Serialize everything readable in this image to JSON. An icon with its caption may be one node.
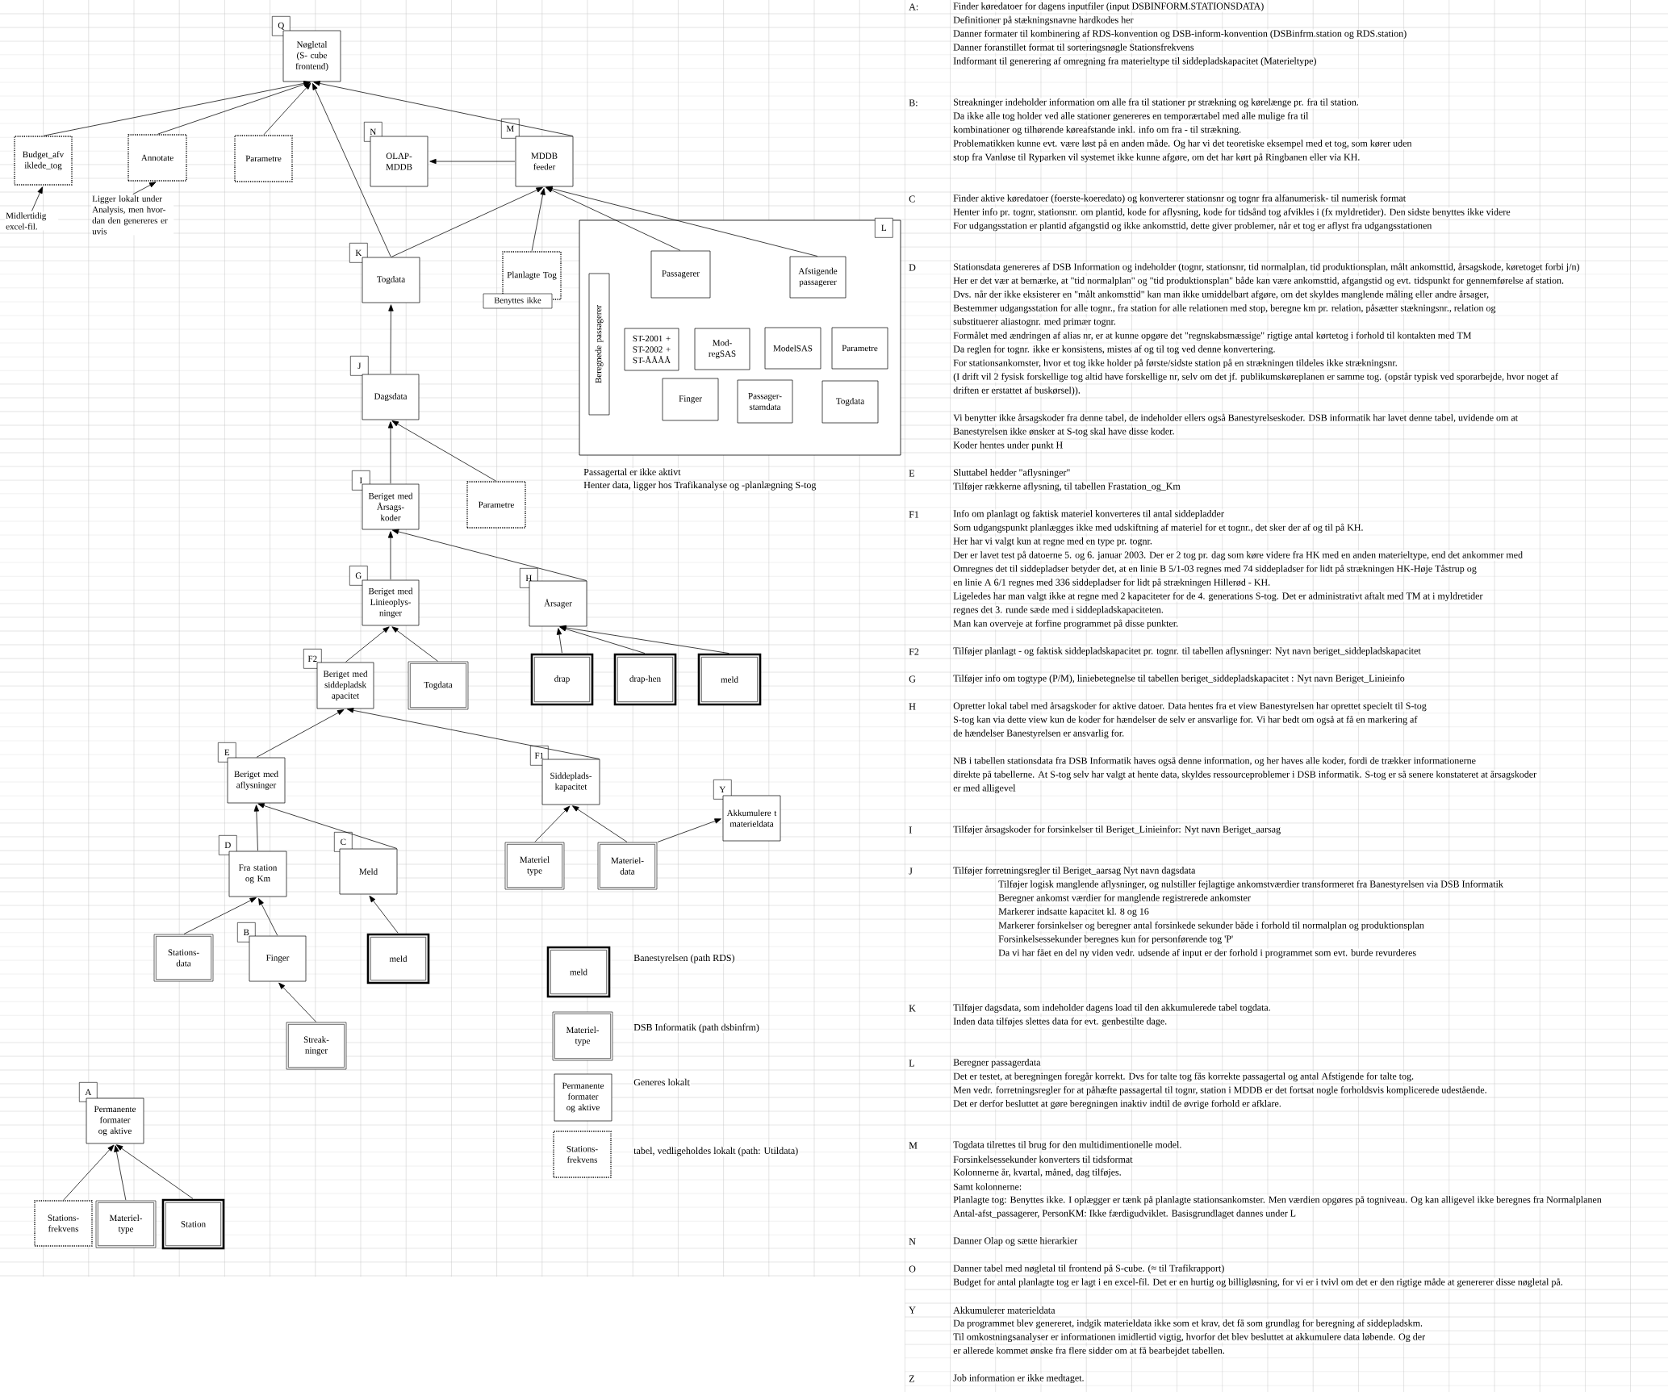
{
  "diagram": {
    "nodes": [
      {
        "text": [
          "Q",
          "Nøgletal (S- cube frontend)"
        ]
      },
      {
        "text": [
          "Budget_afv iklede_tog"
        ]
      },
      {
        "text": [
          "Annotate"
        ]
      },
      {
        "text": [
          "Parametre"
        ]
      },
      {
        "text": [
          "Midlertidig excel-fil."
        ]
      },
      {
        "text": [
          "Ligger lokalt under Analysis, men hvor-dan den genereres er uvis"
        ]
      },
      {
        "text": [
          "N",
          "OLAP- MDDB"
        ]
      },
      {
        "text": [
          "M",
          "MDDB feeder"
        ]
      },
      {
        "text": [
          "K",
          "Togdata"
        ]
      },
      {
        "text": [
          "Planlagte Tog"
        ]
      },
      {
        "text": [
          "Benyttes ikke"
        ]
      },
      {
        "text": [
          "L"
        ],
        "beside": [
          "Passagertal er ikke aktivt",
          "Henter data, ligger hos Trafikanalyse og -planlægning S-tog"
        ]
      },
      {
        "text": [
          "Beregnede passagerer"
        ],
        "in": 11
      },
      {
        "text": [
          "Passagerer"
        ],
        "in": 11
      },
      {
        "text": [
          "Afstigende passagerer"
        ],
        "in": 11
      },
      {
        "text": [
          "ST-2001 + ST-2002 + ST-ÅÅÅÅ"
        ],
        "in": 11
      },
      {
        "text": [
          "Mod- regSAS"
        ],
        "in": 11
      },
      {
        "text": [
          "ModelSAS"
        ],
        "in": 11
      },
      {
        "text": [
          "Parametre"
        ],
        "in": 11
      },
      {
        "text": [
          "Finger"
        ],
        "in": 11
      },
      {
        "text": [
          "Passager- stamdata"
        ],
        "in": 11
      },
      {
        "text": [
          "Togdata"
        ],
        "in": 11
      },
      {
        "text": [
          "J",
          "Dagsdata"
        ]
      },
      {
        "text": [
          "I",
          "Beriget med Årsags- koder"
        ]
      },
      {
        "text": [
          "Parametre"
        ]
      },
      {
        "text": [
          "G",
          "Beriget med Linieoplys- ninger"
        ]
      },
      {
        "text": [
          "H",
          "Årsager"
        ]
      },
      {
        "text": [
          "F2",
          "Beriget med siddepladsk apacitet"
        ]
      },
      {
        "text": [
          "Togdata"
        ]
      },
      {
        "text": [
          "drap"
        ]
      },
      {
        "text": [
          "drap-hen"
        ]
      },
      {
        "text": [
          "meld"
        ]
      },
      {
        "text": [
          "E",
          "Beriget med aflysninger"
        ]
      },
      {
        "text": [
          "F1",
          "Siddeplads- kapacitet"
        ]
      },
      {
        "text": [
          "Y",
          "Akkumulere t materieldata"
        ]
      },
      {
        "text": [
          "D",
          "Fra station og Km"
        ]
      },
      {
        "text": [
          "C",
          "Meld"
        ]
      },
      {
        "text": [
          "Materiel type"
        ]
      },
      {
        "text": [
          "Materiel- data"
        ]
      },
      {
        "text": [
          "Stations- data"
        ]
      },
      {
        "text": [
          "B",
          "Finger"
        ]
      },
      {
        "text": [
          "meld"
        ]
      },
      {
        "text": [
          "Streak- ninger"
        ]
      },
      {
        "text": [
          "A",
          "Permanente formater og aktive"
        ]
      },
      {
        "text": [
          "Stations- frekvens"
        ]
      },
      {
        "text": [
          "Materiel- type"
        ]
      },
      {
        "text": [
          "Station"
        ]
      },
      {
        "text": [
          "meld"
        ],
        "beside": [
          "Banestyrelsen (path RDS)"
        ]
      },
      {
        "text": [
          "Materiel- type"
        ],
        "beside": [
          "DSB Informatik (path dsbinfrm)"
        ]
      },
      {
        "text": [
          "Permanente formater og aktive"
        ],
        "beside": [
          "Generes lokalt"
        ]
      },
      {
        "text": [
          "Stations- frekvens"
        ],
        "beside": [
          "tabel, vedligeholdes lokalt (path: Utildata)"
        ]
      }
    ],
    "edges": [
      {
        "from": 1,
        "to": 0,
        "arrow": "to"
      },
      {
        "from": 2,
        "to": 0,
        "arrow": "to"
      },
      {
        "from": 3,
        "to": 0,
        "arrow": "to"
      },
      {
        "from": 8,
        "to": 0,
        "arrow": "to"
      },
      {
        "from": 7,
        "to": 0,
        "arrow": "to"
      },
      {
        "from": 4,
        "to": 1,
        "arrow": "to"
      },
      {
        "from": 5,
        "to": 2,
        "arrow": "to"
      },
      {
        "from": 7,
        "to": 6,
        "arrow": "to"
      },
      {
        "from": 8,
        "to": 7,
        "arrow": "to"
      },
      {
        "from": 9,
        "to": 7,
        "arrow": "to"
      },
      {
        "from": 13,
        "to": 7,
        "arrow": "to"
      },
      {
        "from": 14,
        "to": 7,
        "arrow": "to"
      },
      {
        "from": 22,
        "to": 8,
        "arrow": "to"
      },
      {
        "from": 23,
        "to": 22,
        "arrow": "to"
      },
      {
        "from": 24,
        "to": 22,
        "arrow": "to"
      },
      {
        "from": 25,
        "to": 23,
        "arrow": "to"
      },
      {
        "from": 26,
        "to": 23,
        "arrow": "to"
      },
      {
        "from": 27,
        "to": 25,
        "arrow": "to"
      },
      {
        "from": 28,
        "to": 25,
        "arrow": "to"
      },
      {
        "from": 29,
        "to": 26,
        "arrow": "to"
      },
      {
        "from": 30,
        "to": 26,
        "arrow": "to"
      },
      {
        "from": 31,
        "to": 26,
        "arrow": "to"
      },
      {
        "from": 32,
        "to": 27,
        "arrow": "to"
      },
      {
        "from": 33,
        "to": 27,
        "arrow": "to"
      },
      {
        "from": 35,
        "to": 32,
        "arrow": "to"
      },
      {
        "from": 36,
        "to": 32,
        "arrow": "to"
      },
      {
        "from": 37,
        "to": 33,
        "arrow": "to"
      },
      {
        "from": 38,
        "to": 33,
        "arrow": "to"
      },
      {
        "from": 38,
        "to": 34,
        "arrow": "to"
      },
      {
        "from": 39,
        "to": 35,
        "arrow": "to"
      },
      {
        "from": 40,
        "to": 35,
        "arrow": "to"
      },
      {
        "from": 42,
        "to": 40,
        "arrow": "to"
      },
      {
        "from": 41,
        "to": 36,
        "arrow": "to"
      },
      {
        "from": 44,
        "to": 43,
        "arrow": "to"
      },
      {
        "from": 45,
        "to": 43,
        "arrow": "to"
      },
      {
        "from": 46,
        "to": 43,
        "arrow": "to"
      }
    ],
    "labels": [
      "A:",
      "Finder køredatoer for dagens inputfiler (input DSBINFORM.STATIONSDATA)",
      "Definitioner på stækningsnavne hardkodes her",
      "Danner formater til kombinering af RDS-konvention og DSB-inform-konvention (DSBinfrm.station og RDS.station)",
      "Danner foranstillet format til sorteringsnøgle Stationsfrekvens",
      "Indformant til generering af omregning fra materieltype til siddepladskapacitet (Materieltype)",
      "B:",
      "Streakninger indeholder information om alle fra til stationer pr strækning og kørelænge pr. fra til station.",
      "Da ikke alle tog holder ved alle stationer genereres en temporærtabel med alle mulige fra til",
      "kombinationer og tilhørende køreafstande inkl. info om fra - til strækning.",
      "Problematikken kunne evt. være løst på en anden måde. Og har vi det teoretiske eksempel med et tog, som kører uden",
      "stop fra Vanløse til Ryparken vil systemet ikke kunne afgøre, om det har kørt på Ringbanen eller via KH.",
      "C",
      "Finder aktive køredatoer (foerste-koeredato) og konverterer stationsnr og tognr fra alfanumerisk- til numerisk format",
      "Henter info pr. tognr, stationsnr. om plantid, kode for aflysning, kode for tidsånd tog afvikles i (fx myldretider). Den sidste benyttes ikke videre",
      "For udgangsstation er plantid afgangstid og ikke ankomsttid, dette giver problemer, når et tog er aflyst fra udgangsstationen",
      "D",
      "Stationsdata genereres af DSB Information og indeholder (tognr, stationsnr, tid normalplan, tid produktionsplan, målt ankomsttid, årsagskode, køretoget forbi j/n)",
      "Her er det vær at bemærke, at \"tid normalplan\" og \"tid produktionsplan\" både kan være ankomsttid, afgangstid og evt. tidspunkt for gennemførelse af station.",
      "Dvs. når der ikke eksisterer en \"målt ankomsttid\" kan man ikke umiddelbart afgøre, om det skyldes manglende måling eller andre årsager,",
      "Bestemmer udgangsstation for alle tognr., fra station for alle relationen med stop, beregne km pr. relation, påsætter stækningsnr., relation og",
      "substituerer aliastognr. med primær tognr.",
      "Formålet med ændringen af alias nr, er at kunne opgøre det \"regnskabsmæssige\" rigtige antal kørtetog i forhold til kontakten med TM",
      "Da reglen for tognr. ikke er konsistens, mistes af og til tog ved denne konvertering.",
      "For stationsankomster, hvor et tog ikke holder på første/sidste station på en strækningen tildeles ikke strækningsnr.",
      "(I drift vil 2 fysisk forskellige tog altid have forskellige nr, selv om det jf. publikumskøreplanen er samme tog. (opstår typisk ved sporarbejde, hvor noget af",
      "driften er erstattet af buskørsel)).",
      "Vi benytter ikke årsagskoder fra denne tabel, de indeholder ellers også Banestyrelseskoder. DSB informatik har lavet denne tabel, uvidende om at",
      "Banestyrelsen ikke ønsker at S-tog skal have disse koder.",
      "Koder hentes under punkt H",
      "E",
      "Sluttabel hedder \"aflysninger\"",
      "Tilføjer rækkerne aflysning, til tabellen Frastation_og_Km",
      "F1",
      "Info om planlagt og faktisk materiel konverteres til antal siddepladder",
      "Som udgangspunkt planlægges ikke med udskiftning af materiel for et tognr., det sker der af og til på KH.",
      "Her har vi valgt kun at regne med en type pr. tognr.",
      "Der er lavet test på datoerne 5. og 6. januar 2003. Der er 2 tog pr. dag som køre videre fra HK med en anden materieltype, end det ankommer med",
      "Omregnes det til siddepladser betyder det, at en linie B 5/1-03 regnes med 74 siddepladser for lidt på strækningen HK-Høje Tåstrup og",
      "en linie A 6/1 regnes med 336 siddepladser for lidt på strækningen Hillerød - KH.",
      "Ligeledes har man valgt ikke at regne med 2 kapaciteter for de 4. generations S-tog. Det er administrativt aftalt med TM at i myldretider",
      "regnes det 3. runde sæde med i siddepladskapaciteten.",
      "Man kan overveje at forfine programmet på disse punkter.",
      "F2",
      "Tilføjer planlagt - og faktisk siddepladskapacitet pr. tognr. til tabellen aflysninger: Nyt navn beriget_siddepladskapacitet",
      "G",
      "Tilføjer info om togtype (P/M), liniebetegnelse til tabellen beriget_siddepladskapacitet : Nyt navn Beriget_Linieinfo",
      "H",
      "Opretter lokal tabel med årsagskoder for aktive datoer. Data hentes fra et view Banestyrelsen har oprettet specielt til S-tog",
      "S-tog kan via dette view kun de koder for hændelser de selv er ansvarlige for. Vi har bedt om også at få en markering af",
      "de hændelser Banestyrelsen er ansvarlig for.",
      "NB i tabellen stationsdata fra DSB Informatik haves også denne information, og her haves alle koder, fordi de trækker informationerne",
      "direkte på tabellerne. At S-tog selv har valgt at hente data, skyldes ressourceproblemer i DSB informatik. S-tog er så senere konstateret at årsagskoder",
      "er med alligevel",
      "I",
      "Tilføjer årsagskoder for forsinkelser til Beriget_Linieinfor: Nyt navn Beriget_aarsag",
      "J",
      "Tilføjer forretningsregler til Beriget_aarsag Nyt navn dagsdata",
      "Tilføjer logisk manglende aflysninger, og nulstiller fejlagtige ankomstværdier transformeret fra Banestyrelsen via DSB Informatik",
      "Beregner ankomst værdier for manglende registrerede ankomster",
      "Markerer indsatte kapacitet kl. 8 og 16",
      "Markerer forsinkelser og beregner antal forsinkede sekunder både i forhold til normalplan og produktionsplan",
      "Forsinkelsessekunder beregnes kun for personførende tog 'P'",
      "Da vi har fået en del ny viden vedr. udsende af input er der forhold i programmet som evt. burde revurderes",
      "K",
      "Tilføjer dagsdata, som indeholder dagens load til den akkumulerede tabel togdata.",
      "Inden data tilføjes slettes data for evt. genbestilte dage.",
      "L",
      "Beregner passagerdata",
      "Det er testet, at beregningen foregår korrekt. Dvs for talte tog fås korrekte passagertal og antal Afstigende for talte tog.",
      "Men vedr. forretningsregler for at påhæfte passagertal til tognr, station i MDDB er det fortsat nogle forholdsvis komplicerede udestående.",
      "Det er derfor besluttet at gøre beregningen inaktiv indtil de øvrige forhold er afklare.",
      "M",
      "Togdata tilrettes til brug for den multidimentionelle model.",
      "Forsinkelsessekunder konverters til tidsformat",
      "Kolonnerne år, kvartal, måned, dag tilføjes.",
      "Samt kolonnerne:",
      "Planlagte tog: Benyttes ikke. I oplægger er tænk på planlagte stationsankomster. Men værdien opgøres på togniveau. Og kan alligevel ikke beregnes fra Normalplanen",
      "Antal-afst_passagerer, PersonKM: Ikke færdigudviklet. Basisgrundlaget dannes under L",
      "N",
      "Danner Olap og sætte hierarkier",
      "O",
      "Danner tabel med nøgletal til frontend på S-cube. (≈ til Trafikrapport)",
      "Budget for antal planlagte tog er lagt i en excel-fil. Det er en hurtig og billigløsning, for vi er i tvivl om det er den rigtige måde at genererer disse nøgletal på.",
      "Y",
      "Akkumulerer materieldata",
      "Da programmet blev genereret, indgik materieldata ikke som et krav, det få som grundlag for beregning af siddepladskm.",
      "Til omkostningsanalyser er informationen imidlertid vigtig, hvorfor det blev besluttet at akkumulere data løbende. Og der",
      "er allerede kommet ønske fra flere sidder om at få bearbejdet tabellen.",
      "Z",
      "Job information er ikke medtaget."
    ]
  }
}
